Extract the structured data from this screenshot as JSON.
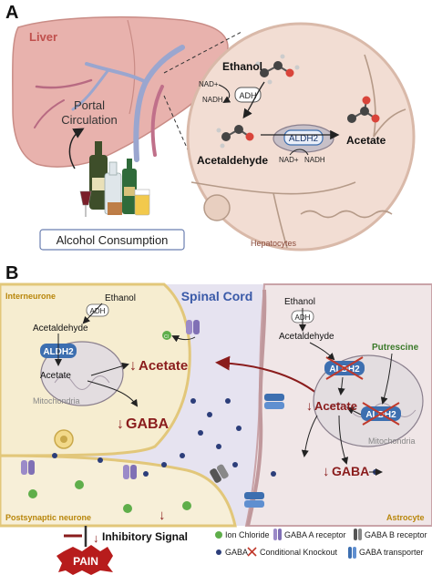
{
  "panel_a": {
    "label": "A",
    "liver": "Liver",
    "portal_circulation": [
      "Portal",
      "Circulation"
    ],
    "alcohol_consumption": "Alcohol Consumption",
    "hepatocytes": "Hepatocytes",
    "ethanol": "Ethanol",
    "nad_plus_1": "NAD+",
    "nadh_1": "NADH",
    "adh": "ADH",
    "acetaldehyde": "Acetaldehyde",
    "aldh2": "ALDH2",
    "nad_plus_2": "NAD+",
    "nadh_2": "NADH",
    "acetate": "Acetate"
  },
  "panel_b": {
    "label": "B",
    "spinal_cord": "Spinal Cord",
    "interneurone": "Interneurone",
    "ethanol_left": "Ethanol",
    "adh_left": "ADH",
    "acetaldehyde_left": "Acetaldehyde",
    "aldh2_left": "ALDH2",
    "acetate_left": "Acetate",
    "mitochondria_left": "Mitochondria",
    "acetate_big": "Acetate",
    "gaba_left": "GABA",
    "cl_label": "Cl",
    "ethanol_right": "Ethanol",
    "adh_right": "ADH",
    "acetaldehyde_right": "Acetaldehyde",
    "putrescine": "Putrescine",
    "aldh2_right_1": "ALDH2",
    "aldh2_right_2": "ALDH2",
    "acetate_right": "Acetate",
    "mitochondria_right": "Mitochondria",
    "gaba_right": "GABA",
    "astrocyte": "Astrocyte",
    "postsynaptic": "Postsynaptic neurone",
    "inhibitory_signal": "Inhibitory Signal",
    "pain": "PAIN"
  },
  "legend": {
    "ion_chloride": "Ion Chloride",
    "gaba_a": "GABA A receptor",
    "gaba_b": "GABA B receptor",
    "gaba": "GABA",
    "conditional_knockout": "Conditional Knockout",
    "gaba_transporter": "GABA transporter"
  },
  "colors": {
    "dark_red": "#8a1c1c",
    "orange_label": "#b8860b",
    "blue_label": "#3a5aa8",
    "aldh2_blue": "#3d6fb0",
    "green_label": "#3b7a2a"
  }
}
